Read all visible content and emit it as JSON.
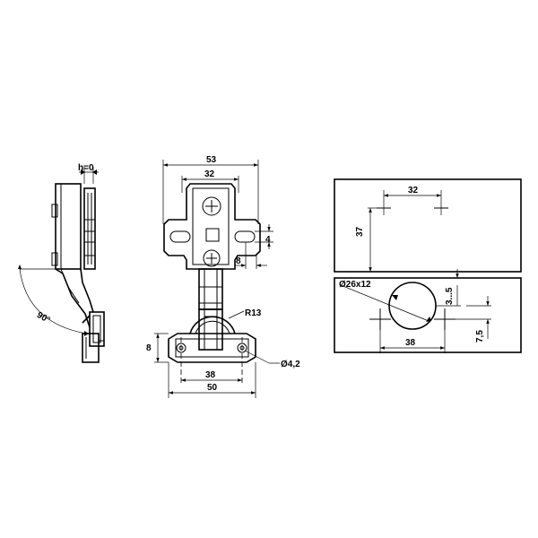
{
  "side_view": {
    "gap_label": "h=0",
    "angle_label": "90°"
  },
  "front_view": {
    "width_overall": "53",
    "width_inner": "32",
    "offset_v": "4",
    "offset_h": "8",
    "radius": "R13",
    "plate_height": "8",
    "hole_dia": "Ø4,2",
    "hole_spacing": "38",
    "plate_width": "50"
  },
  "drilling_view": {
    "top_spacing": "32",
    "top_height": "37",
    "cup_spec": "Ø26x12",
    "edge_distance": "3...5",
    "screw_offset": "7,5",
    "screw_spacing": "38"
  }
}
